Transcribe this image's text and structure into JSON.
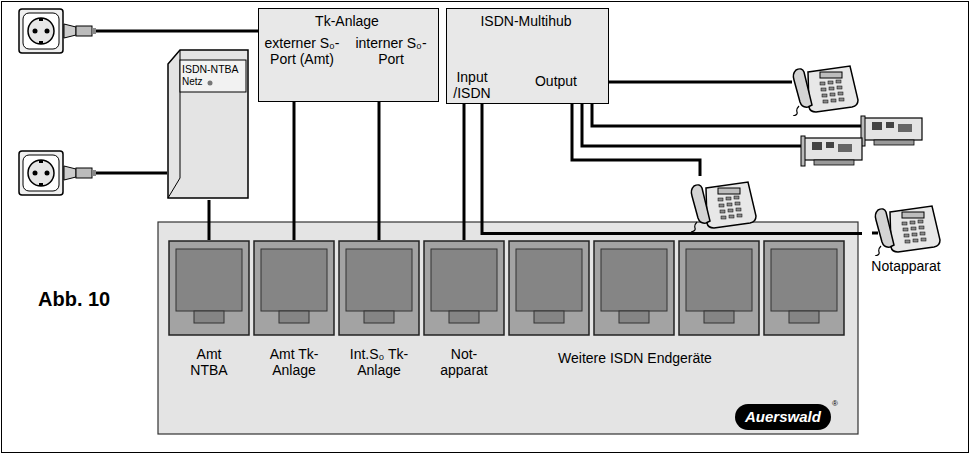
{
  "diagram": {
    "nodes": [
      {
        "text": [
          "Tk-Anlage",
          "externer S₀-Port (Amt)",
          "interner S₀-Port"
        ]
      },
      {
        "text": [
          "ISDN-Multihub",
          "Input /ISDN",
          "Output"
        ]
      },
      {
        "text": [
          "ISDN-NTBA",
          "Netz"
        ]
      },
      {
        "text": [
          "Notapparat"
        ]
      },
      {
        "text": [
          "Weitere ISDN Endgeräte"
        ]
      },
      {
        "text": [
          "Amt NTBA"
        ],
        "in": 4
      },
      {
        "text": [
          "Amt Tk-Anlage"
        ],
        "in": 4
      },
      {
        "text": [
          "Int.S₀ Tk-Anlage"
        ],
        "in": 4
      },
      {
        "text": [
          "Not- apparat"
        ],
        "in": 4
      }
    ],
    "edges": [
      {
        "from": 2,
        "to": 5,
        "arrow": "none"
      },
      {
        "from": 0,
        "to": 6,
        "arrow": "none"
      },
      {
        "from": 0,
        "to": 7,
        "arrow": "none"
      },
      {
        "from": 1,
        "to": 8,
        "arrow": "none"
      },
      {
        "from": 1,
        "to": 3,
        "arrow": "none"
      }
    ],
    "labels": [
      "Abb. 10",
      "Auerswald",
      "®"
    ]
  }
}
